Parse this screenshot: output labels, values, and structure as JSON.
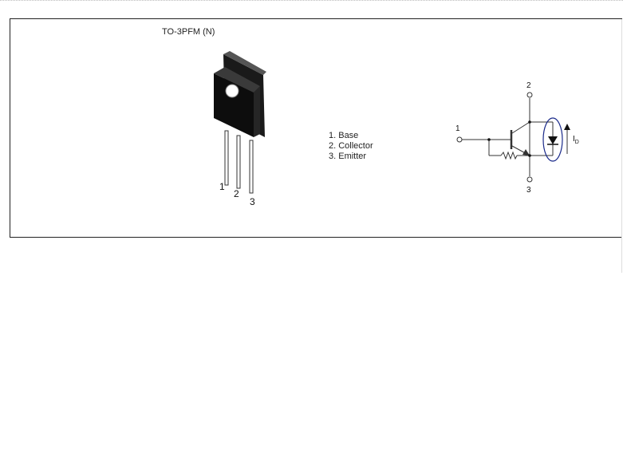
{
  "package": {
    "title": "TO-3PFM (N)",
    "pin_numbers": [
      "1",
      "2",
      "3"
    ]
  },
  "pins": [
    {
      "label": "1. Base"
    },
    {
      "label": "2. Collector"
    },
    {
      "label": "3. Emitter"
    }
  ],
  "schematic": {
    "pin_base": "1",
    "pin_collector": "2",
    "pin_emitter": "3",
    "current_label": "I",
    "current_subscript": "D"
  },
  "colors": {
    "frame": "#222222",
    "highlight_ellipse": "#1a2a8a"
  }
}
